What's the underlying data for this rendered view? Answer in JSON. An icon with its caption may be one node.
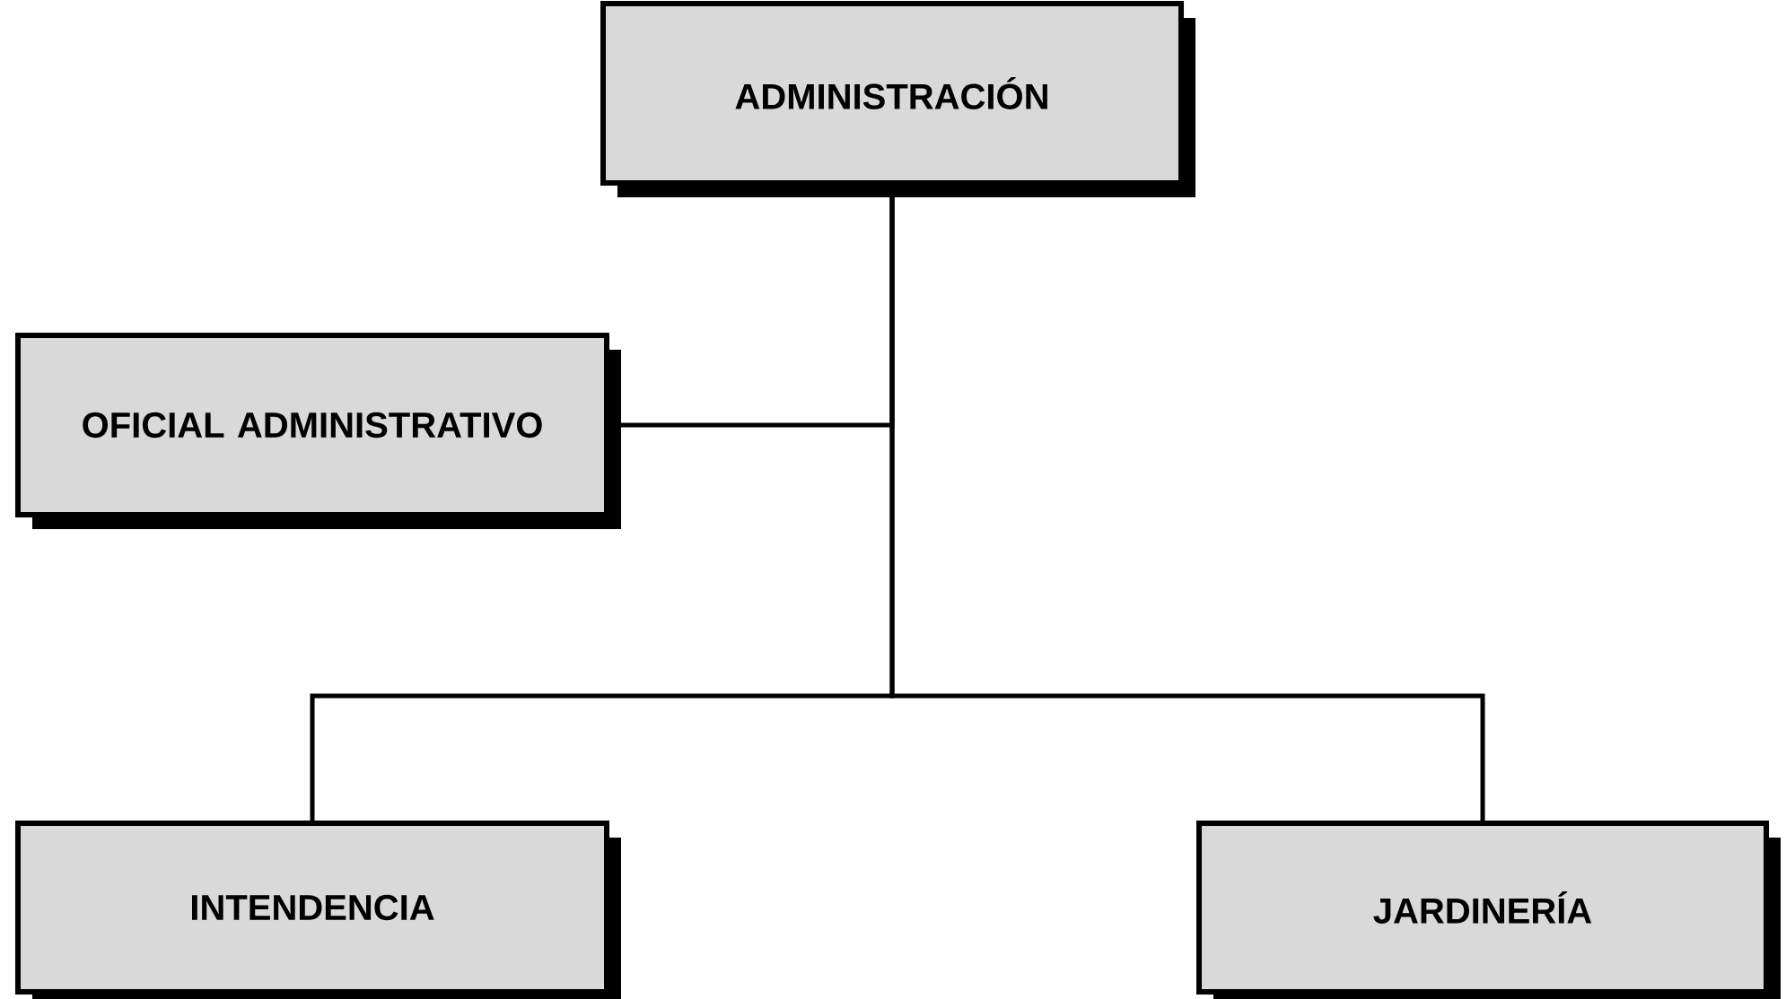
{
  "diagram": {
    "nodes": [
      {
        "text": [
          "ADMINISTRACIÓN"
        ]
      },
      {
        "text": [
          "OFICIAL ADMINISTRATIVO"
        ]
      },
      {
        "text": [
          "INTENDENCIA"
        ]
      },
      {
        "text": [
          "JARDINERÍA"
        ]
      }
    ],
    "edges": [
      {
        "from": 0,
        "to": 1,
        "arrow": "none"
      },
      {
        "from": 0,
        "to": 2,
        "arrow": "none"
      },
      {
        "from": 0,
        "to": 3,
        "arrow": "none"
      }
    ]
  }
}
